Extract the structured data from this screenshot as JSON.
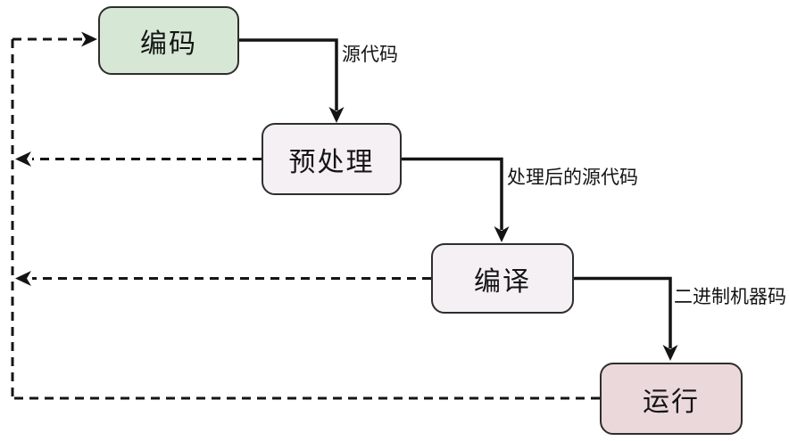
{
  "diagram": {
    "background_color": "#ffffff",
    "line_color": "#141414",
    "text_color": "#141414",
    "nodes": [
      {
        "id": "code",
        "label": "编码",
        "fill": "#d6e8d5",
        "border": "#2e2e2e"
      },
      {
        "id": "preprocess",
        "label": "预处理",
        "fill": "#f4f0f3",
        "border": "#2e2e2e"
      },
      {
        "id": "compile",
        "label": "编译",
        "fill": "#f4f0f3",
        "border": "#2e2e2e"
      },
      {
        "id": "run",
        "label": "运行",
        "fill": "#ebd8da",
        "border": "#2e2e2e"
      }
    ],
    "edges": {
      "solid": [
        {
          "from": "编码",
          "to": "预处理",
          "label": "源代码"
        },
        {
          "from": "预处理",
          "to": "编译",
          "label": "处理后的源代码"
        },
        {
          "from": "编译",
          "to": "运行",
          "label": "二进制机器码"
        }
      ],
      "dashed_feedback": [
        {
          "from": "预处理",
          "to": "编码"
        },
        {
          "from": "编译",
          "to": "编码"
        },
        {
          "from": "运行",
          "to": "编码"
        }
      ]
    }
  }
}
